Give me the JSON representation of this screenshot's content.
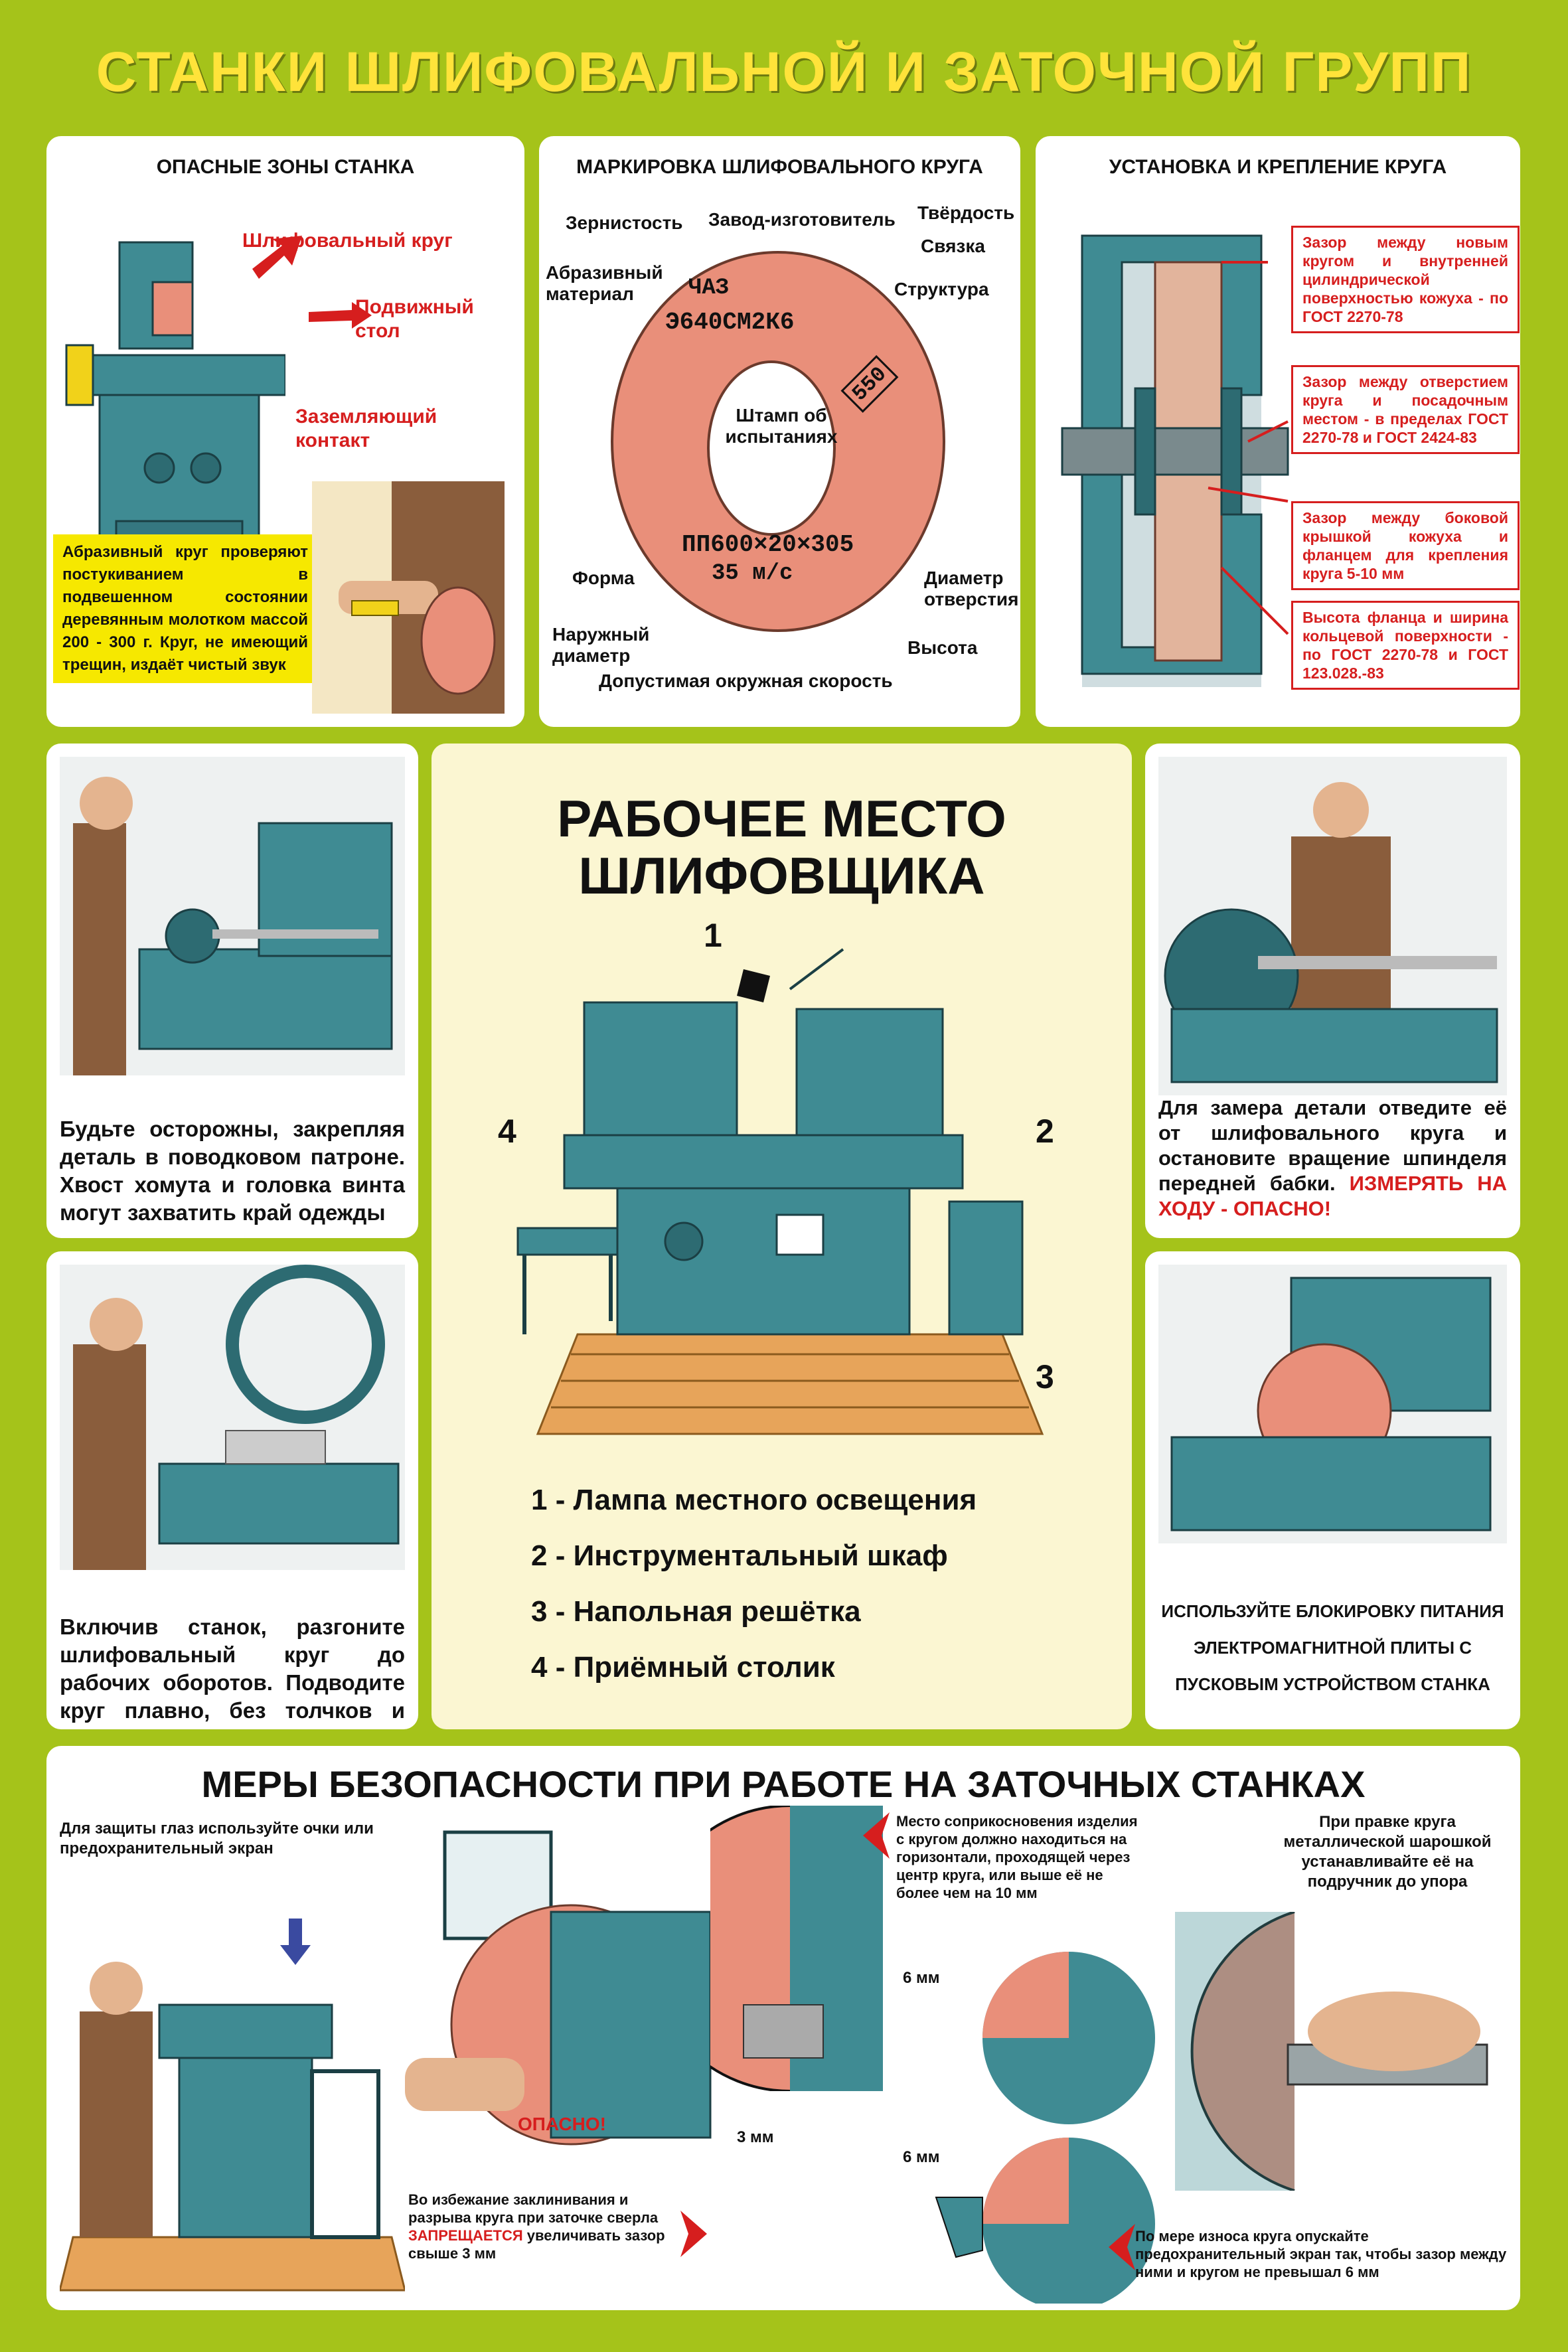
{
  "title": "СТАНКИ ШЛИФОВАЛЬНОЙ И ЗАТОЧНОЙ ГРУПП",
  "danger_zones": {
    "title": "ОПАСНЫЕ ЗОНЫ СТАНКА",
    "label_wheel": "Шлифовальный круг",
    "label_table": "Подвижный стол",
    "label_ground": "Заземляющий контакт",
    "note": "Абразивный круг проверяют постукиванием в подвешенном состоянии деревянным молотком массой 200 - 300 г. Круг, не имеющий трещин, издаёт чистый звук"
  },
  "marking": {
    "title": "МАРКИРОВКА ШЛИФОВАЛЬНОГО КРУГА",
    "labels": [
      "Зернистость",
      "Завод-изготовитель",
      "Твёрдость",
      "Связка",
      "Абразивный материал",
      "Структура",
      "Штамп об испытаниях",
      "Форма",
      "Диаметр отверстия",
      "Наружный диаметр",
      "Высота",
      "Допустимая окружная скорость"
    ],
    "code_top1": "ЧАЗ",
    "code_top2": "Э640СМ2К6",
    "stamp": "550",
    "code_bottom1": "ПП600×20×305",
    "code_bottom2": "35 м/с"
  },
  "mounting": {
    "title": "УСТАНОВКА И КРЕПЛЕНИЕ КРУГА",
    "notes": [
      "Зазор между новым кругом и внутренней цилиндрической поверхностью кожуха - по ГОСТ 2270-78",
      "Зазор между отверстием круга и посадочным местом - в пределах ГОСТ 2270-78 и ГОСТ 2424-83",
      "Зазор между боковой крышкой кожуха и фланцем для крепления круга 5-10 мм",
      "Высота фланца и ширина кольцевой поверхности - по ГОСТ 2270-78 и ГОСТ 123.028.-83"
    ]
  },
  "left_captions": [
    "Будьте осторожны, закрепляя деталь в поводковом патроне. Хвост хомута и головка винта могут захватить край одежды",
    "Включив станок, разгоните шлифовальный круг до рабочих оборотов. Подводите круг плавно, без толчков и ударов"
  ],
  "workplace": {
    "title_line1": "РАБОЧЕЕ МЕСТО",
    "title_line2": "ШЛИФОВЩИКА",
    "numbers": [
      "1",
      "2",
      "3",
      "4"
    ],
    "legend": [
      "1 - Лампа местного освещения",
      "2 - Инструментальный шкаф",
      "3 - Напольная решётка",
      "4 - Приёмный столик"
    ]
  },
  "right_captions": {
    "measure": "Для замера детали отведите её от шлифовального круга и остановите вращение шпинделя передней бабки.",
    "measure_warning": "ИЗМЕРЯТЬ НА ХОДУ - ОПАСНО!",
    "block": "ИСПОЛЬЗУЙТЕ БЛОКИРОВКУ ПИТАНИЯ ЭЛЕКТРОМАГНИТНОЙ ПЛИТЫ С ПУСКОВЫМ УСТРОЙСТВОМ СТАНКА"
  },
  "safety": {
    "title": "МЕРЫ БЕЗОПАСНОСТИ ПРИ РАБОТЕ НА ЗАТОЧНЫХ СТАНКАХ",
    "eyes": "Для защиты глаз используйте очки или предохранительный экран",
    "danger": "ОПАСНО!",
    "contact": "Место соприкосновения изделия с кругом должно находиться на горизонтали, проходящей через центр круга, или выше её не более чем на 10 мм",
    "dressing": "При правке круга металлической шарошкой устанавливайте её на подручник до упора",
    "jam_before": "Во избежание заклинивания и разрыва круга при заточке сверла",
    "jam_red": "ЗАПРЕЩАЕТСЯ",
    "jam_after": "увеличивать зазор свыше 3 мм",
    "wear": "По мере износа круга опускайте предохранительный экран так, чтобы зазор между ними и кругом не превышал 6 мм",
    "dims": [
      "6 мм",
      "3 мм",
      "6 мм"
    ]
  },
  "colors": {
    "background": "#a5c31a",
    "title": "#ffe33a",
    "machine": "#3f8b93",
    "warning_red": "#d61e1e",
    "wheel": "#e98f7a"
  }
}
